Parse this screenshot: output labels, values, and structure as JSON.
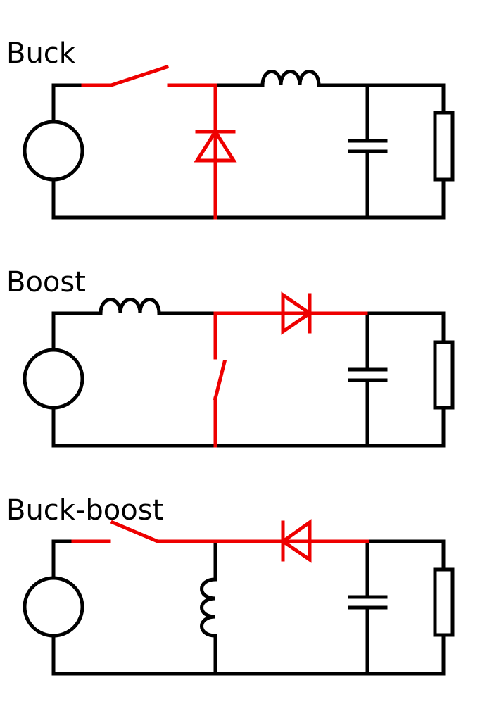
{
  "circuits": {
    "buck": {
      "title": "Buck"
    },
    "boost": {
      "title": "Boost"
    },
    "buckboost": {
      "title": "Buck-boost"
    }
  },
  "colors": {
    "wire": "#000000",
    "highlight": "#ee0000",
    "background": "#ffffff"
  }
}
